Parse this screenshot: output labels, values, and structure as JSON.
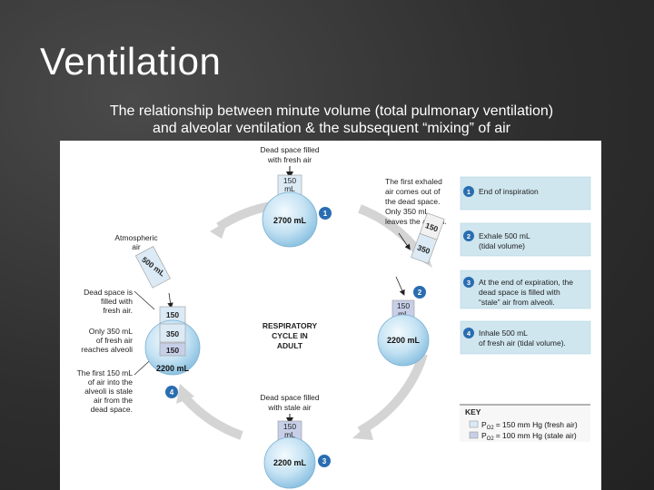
{
  "slide": {
    "title": "Ventilation",
    "subtitle_line1": "The relationship between minute volume (total pulmonary ventilation)",
    "subtitle_line2": "and alveolar ventilation & the subsequent “mixing” of air"
  },
  "diagram": {
    "center_label": [
      "RESPIRATORY",
      "CYCLE IN",
      "ADULT"
    ],
    "top": {
      "caption": [
        "Dead space filled",
        "with fresh air"
      ],
      "dead_space": [
        "150",
        "mL"
      ],
      "volume": "2700 mL",
      "step": "1"
    },
    "right": {
      "caption": [
        "The first exhaled",
        "air comes out of",
        "the dead space.",
        "Only 350 mL",
        "leaves the alveoli."
      ],
      "tube_150": "150",
      "tube_350": "350",
      "dead_space": [
        "150",
        "mL"
      ],
      "volume": "2200 mL",
      "step": "2"
    },
    "bottom": {
      "caption": [
        "Dead space filled",
        "with stale air"
      ],
      "dead_space": [
        "150",
        "mL"
      ],
      "volume": "2200 mL",
      "step": "3"
    },
    "left": {
      "atmospheric": [
        "Atmospheric",
        "air"
      ],
      "tube_500": "500 mL",
      "caption_dead": [
        "Dead space is",
        "filled with",
        "fresh air."
      ],
      "caption_350": [
        "Only 350 mL",
        "of fresh air",
        "reaches alveoli"
      ],
      "caption_first": [
        "The first 150 mL",
        "of air into the",
        "alveoli is stale",
        "air from the",
        "dead space."
      ],
      "stack": [
        "150",
        "350",
        "150"
      ],
      "volume": "2200 mL",
      "step": "4"
    },
    "steps": [
      {
        "num": "1",
        "lines": [
          "End of inspiration"
        ]
      },
      {
        "num": "2",
        "lines": [
          "Exhale 500 mL",
          "(tidal volume)"
        ]
      },
      {
        "num": "3",
        "lines": [
          "At the end of expiration, the",
          "dead space is filled with",
          "“stale” air from alveoli."
        ]
      },
      {
        "num": "4",
        "lines": [
          "Inhale 500 mL",
          "of fresh air (tidal volume)."
        ]
      }
    ],
    "key": {
      "title": "KEY",
      "fresh": "= 150 mm Hg (fresh air)",
      "stale": "= 100 mm Hg (stale air)",
      "po2": "P",
      "po2_sub": "O2"
    },
    "colors": {
      "sphere_light": "#eaf5fc",
      "sphere_dark": "#9ccbe6",
      "stale": "#c7cfe8",
      "step_badge": "#2a6db0",
      "panel_bg": "#cfe6ef",
      "arrow": "#d0d0d0"
    }
  }
}
